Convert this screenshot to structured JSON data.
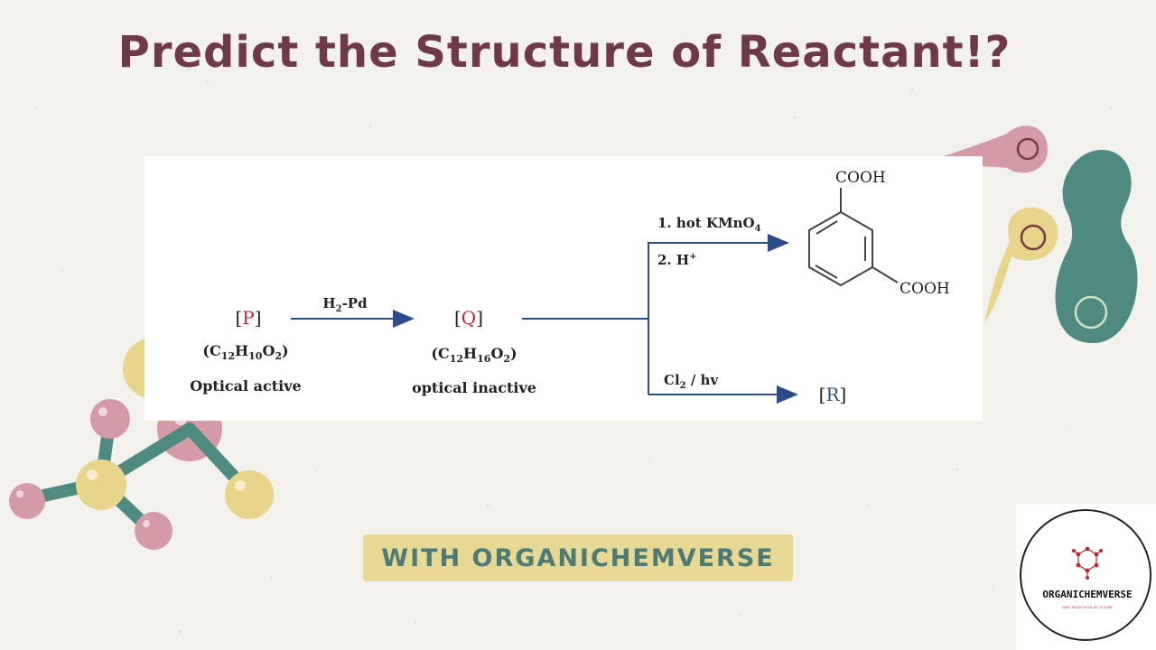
{
  "header": {
    "title": "Predict the Structure of Reactant!?"
  },
  "scheme": {
    "compound_p": {
      "label": "P",
      "formula": "C12H10O2",
      "note": "Optical active"
    },
    "step1_reagent": "H2-Pd",
    "compound_q": {
      "label": "Q",
      "formula": "C12H16O2",
      "note": "optical inactive"
    },
    "upper_reagents": {
      "line1": "1. hot KMnO4",
      "line2": "2. H+"
    },
    "product_acid": {
      "group_top": "COOH",
      "group_bottom": "COOH"
    },
    "lower_reagent": "Cl2 / hv",
    "compound_r": {
      "label": "R"
    }
  },
  "badge": {
    "text": "WITH ORGANICHEMVERSE"
  },
  "logo": {
    "name": "ORGANICHEMVERSE",
    "tagline": "ONE REACTION AT A TIME"
  },
  "colors": {
    "title": "#6e3b44",
    "arrow": "#2d4a8a",
    "label_red": "#c0282f",
    "badge_bg": "#e7d893",
    "badge_text": "#4e7a75",
    "deco_pink": "#d49aa5",
    "deco_yellow": "#e6d58a",
    "deco_teal": "#4e8a80"
  }
}
